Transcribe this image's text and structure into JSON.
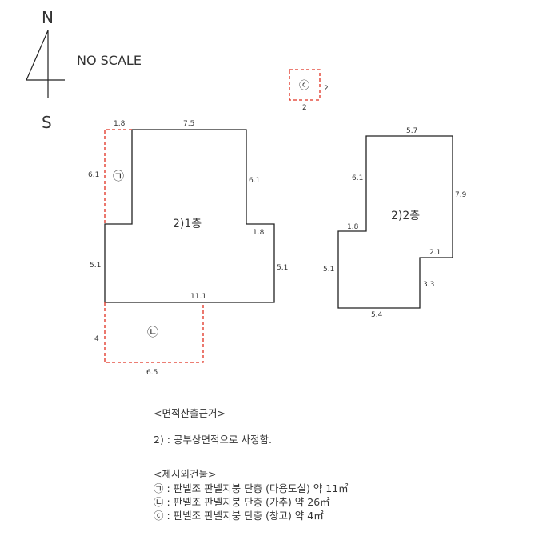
{
  "compass": {
    "north": "N",
    "south": "S"
  },
  "scale_note": "NO SCALE",
  "plans": {
    "floor1": {
      "label": "2)1층",
      "dims": {
        "top_ext": "1.8",
        "top": "7.5",
        "left_ext": "6.1",
        "right_upper": "6.1",
        "step": "1.8",
        "left_lower": "5.1",
        "right_lower": "5.1",
        "bottom": "11.1"
      }
    },
    "floor2": {
      "label": "2)2층",
      "dims": {
        "top": "5.7",
        "left_upper": "6.1",
        "right": "7.9",
        "step_top": "1.8",
        "step_right": "2.1",
        "left_lower": "5.1",
        "right_lower": "3.3",
        "bottom": "5.4"
      }
    },
    "ext_a": {
      "symbol": "㉠"
    },
    "ext_b": {
      "symbol": "㉡",
      "left": "4",
      "bottom": "6.5"
    },
    "ext_c": {
      "symbol": "ⓒ",
      "right": "2",
      "bottom": "2"
    }
  },
  "notes": {
    "basis_heading": "<면적산출근거>",
    "basis_text": "2) : 공부상면적으로 사정함.",
    "extra_heading": "<제시외건물>",
    "items": [
      "㉠ : 판넬조 판넬지붕 단층 (다용도실) 약 11㎡",
      "㉡ : 판넬조 판넬지붕 단층 (가추) 약 26㎡",
      "ⓒ : 판넬조 판넬지붕 단층 (창고) 약 4㎡"
    ]
  },
  "colors": {
    "outline": "#222222",
    "dashed": "#e03020",
    "text": "#333333"
  }
}
